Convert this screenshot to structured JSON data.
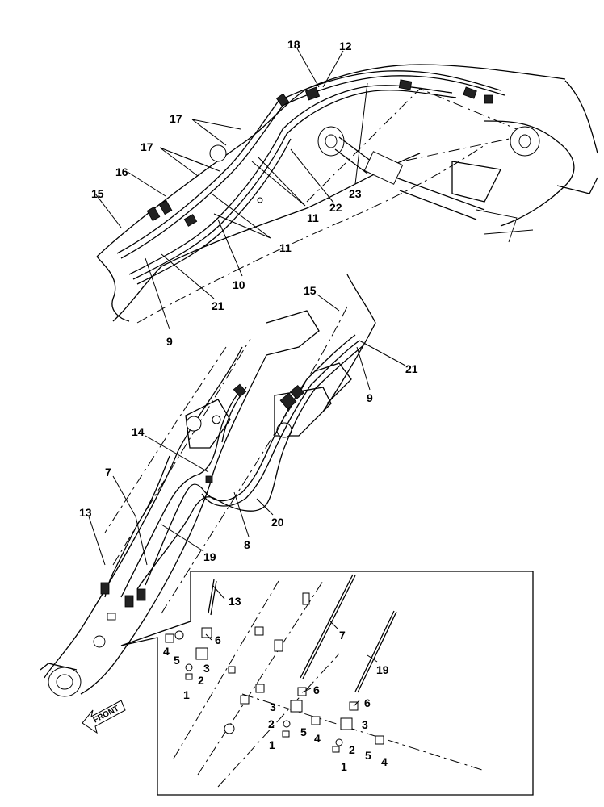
{
  "callouts": {
    "top": [
      "18",
      "12",
      "17",
      "17",
      "16",
      "15",
      "11",
      "22",
      "23",
      "11",
      "10",
      "21",
      "9"
    ],
    "middle": [
      "15",
      "21",
      "9",
      "14",
      "7",
      "13",
      "20",
      "19",
      "8"
    ],
    "inset": [
      "13",
      "7",
      "19",
      "6",
      "4",
      "5",
      "3",
      "2",
      "1",
      "6",
      "3",
      "2",
      "5",
      "4",
      "1",
      "6",
      "3",
      "2",
      "5",
      "4",
      "1"
    ]
  },
  "front_marker": "FRONT"
}
